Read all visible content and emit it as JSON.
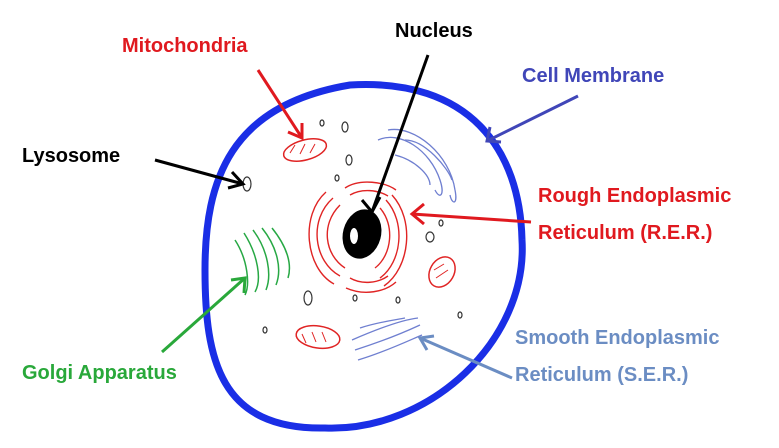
{
  "labels": {
    "nucleus": "Nucleus",
    "mitochondria": "Mitochondria",
    "cell_membrane": "Cell Membrane",
    "lysosome": "Lysosome",
    "rer_line1": "Rough Endoplasmic",
    "rer_line2": "Reticulum (R.E.R.)",
    "ser_line1": "Smooth Endoplasmic",
    "ser_line2": "Reticulum (S.E.R.)",
    "golgi": "Golgi Apparatus"
  },
  "colors": {
    "membrane": "#1a2ee6",
    "organelle_red": "#e02424",
    "ser_blue": "#6f7fd0",
    "golgi_green": "#27a844",
    "nucleus": "#000000",
    "label_black": "#000000",
    "label_red": "#e0191f",
    "label_blue": "#4046b8",
    "label_lightblue": "#6b8dc3",
    "label_green": "#29a83a"
  }
}
